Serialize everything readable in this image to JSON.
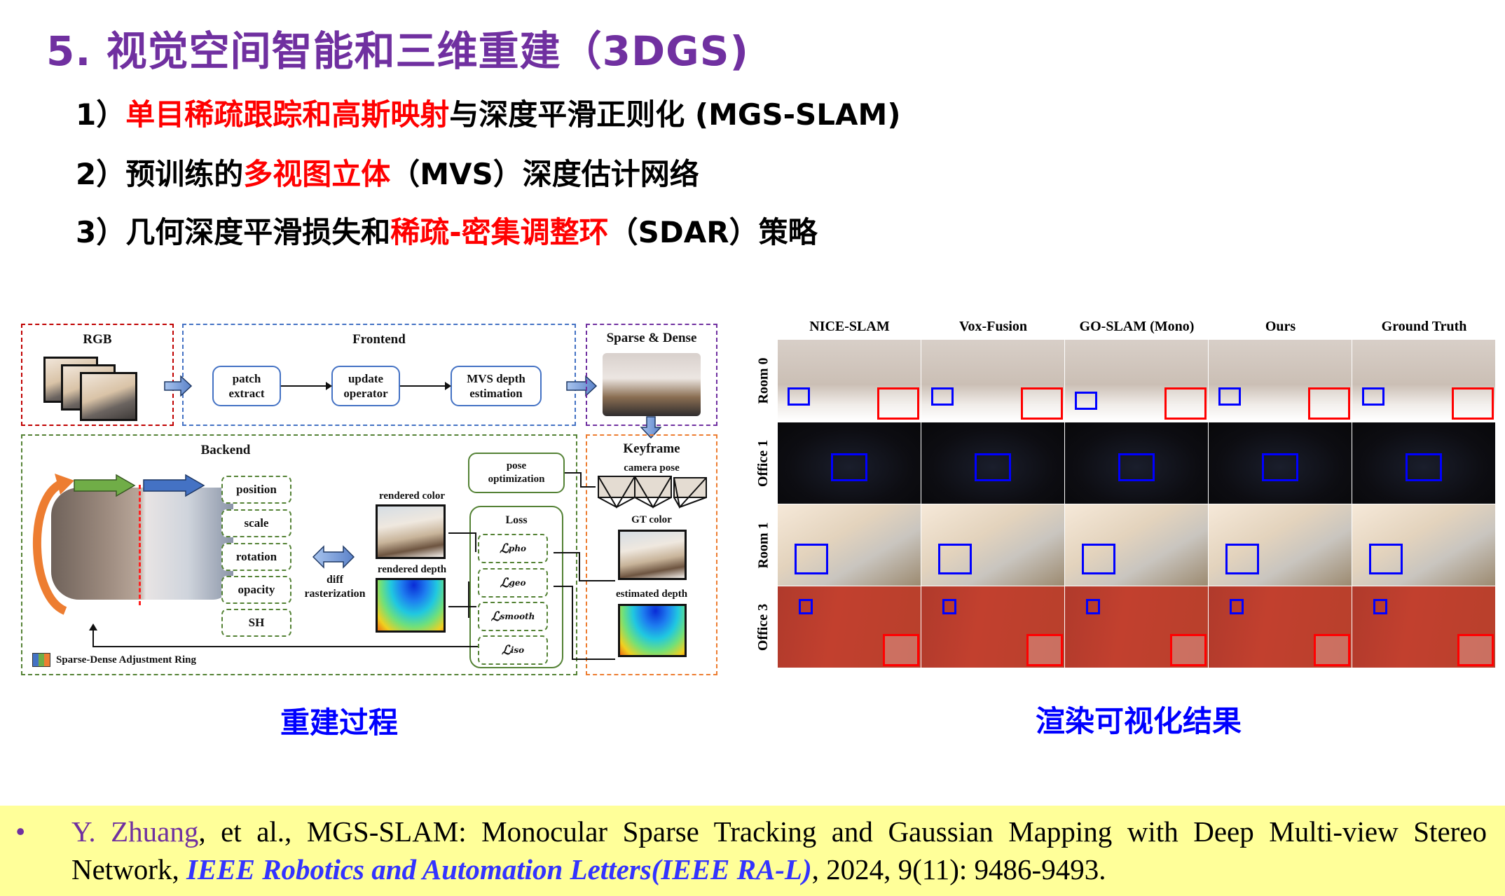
{
  "slide": {
    "title": "5. 视觉空间智能和三维重建（3DGS)",
    "bullets": [
      {
        "prefix": "1）",
        "highlight": "单目稀疏跟踪和高斯映射",
        "suffix": "与深度平滑正则化 (MGS-SLAM)"
      },
      {
        "prefix": "2）预训练的",
        "highlight": "多视图立体",
        "suffix": "（MVS）深度估计网络"
      },
      {
        "prefix": "3）几何深度平滑损失和",
        "highlight": "稀疏-密集调整环",
        "suffix": "（SDAR）策略"
      }
    ],
    "colors": {
      "title": "#7030A0",
      "highlight": "#FF0000",
      "caption": "#0000FF",
      "reference_bg": "#FFFF99",
      "journal": "#3333FF"
    }
  },
  "diagram": {
    "rgb_label": "RGB",
    "frontend": {
      "label": "Frontend",
      "steps": [
        "patch\nextract",
        "update\noperator",
        "MVS depth\nestimation"
      ]
    },
    "sparse_dense_label": "Sparse & Dense",
    "backend": {
      "label": "Backend",
      "attributes": [
        "position",
        "scale",
        "rotation",
        "opacity",
        "SH"
      ],
      "diff_label": "diff\nrasterization",
      "rendered_color": "rendered color",
      "rendered_depth": "rendered depth",
      "pose_opt": "pose\noptimization",
      "loss": {
        "title": "Loss",
        "items": [
          {
            "sym": "ℒ",
            "sub": "pho"
          },
          {
            "sym": "ℒ",
            "sub": "geo"
          },
          {
            "sym": "ℒ",
            "sub": "smooth"
          },
          {
            "sym": "ℒ",
            "sub": "iso"
          }
        ]
      },
      "legend": "Sparse-Dense Adjustment Ring"
    },
    "keyframe": {
      "label": "Keyframe",
      "camera_pose": "camera pose",
      "gt_color": "GT color",
      "estimated_depth": "estimated depth"
    },
    "caption": "重建过程"
  },
  "results": {
    "columns": [
      "NICE-SLAM",
      "Vox-Fusion",
      "GO-SLAM (Mono)",
      "Ours",
      "Ground Truth"
    ],
    "rows": [
      "Room 0",
      "Office 1",
      "Room 1",
      "Office 3"
    ],
    "caption": "渲染可视化结果"
  },
  "reference": {
    "bullet": "•",
    "author": "Y. Zhuang",
    "text1": ", et al., MGS-SLAM: Monocular Sparse Tracking and Gaussian Mapping with Deep Multi-view Stereo Network, ",
    "journal": "IEEE Robotics and Automation Letters(IEEE RA-L)",
    "text2": ", 2024, 9(11): 9486-9493."
  }
}
